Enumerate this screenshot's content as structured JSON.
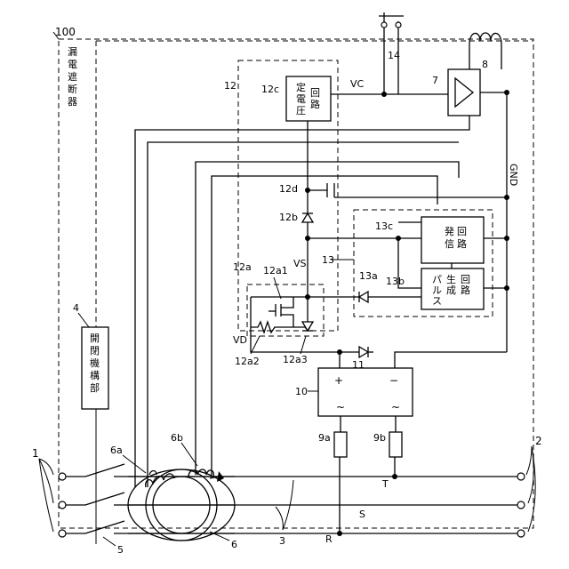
{
  "labels": {
    "device_number": "100",
    "device_name": [
      "漏",
      "電",
      "遮",
      "断",
      "器"
    ],
    "mechanism_number": "4",
    "mechanism_name": [
      "開",
      "閉",
      "機",
      "構",
      "部"
    ],
    "control_number": "12",
    "const_voltage_number": "12c",
    "const_voltage_name": [
      [
        "定",
        "電",
        "圧"
      ],
      [
        "回",
        "路"
      ]
    ],
    "vc": "VC",
    "line14": "14",
    "comp7": "7",
    "coil8": "8",
    "gnd": "GND",
    "n12d": "12d",
    "n12b": "12b",
    "n13": "13",
    "n13a": "13a",
    "n13b": "13b",
    "n13c": "13c",
    "oscillator_name": [
      [
        "発",
        "信"
      ],
      [
        "回",
        "路"
      ]
    ],
    "pulse_name": [
      [
        "パ",
        "ル",
        "ス"
      ],
      [
        "生",
        "成"
      ],
      [
        "回",
        "路"
      ]
    ],
    "vs": "VS",
    "n12a": "12a",
    "n12a1": "12a1",
    "n12a2": "12a2",
    "n12a3": "12a3",
    "vd": "VD",
    "n11": "11",
    "rect10": "10",
    "plus": "+",
    "minus": "−",
    "tilde": "~",
    "n9a": "9a",
    "n9b": "9b",
    "n6a": "6a",
    "n6b": "6b",
    "n6": "6",
    "n5": "5",
    "n1": "1",
    "n2": "2",
    "n3": "3",
    "phase_r": "R",
    "phase_s": "S",
    "phase_t": "T"
  }
}
